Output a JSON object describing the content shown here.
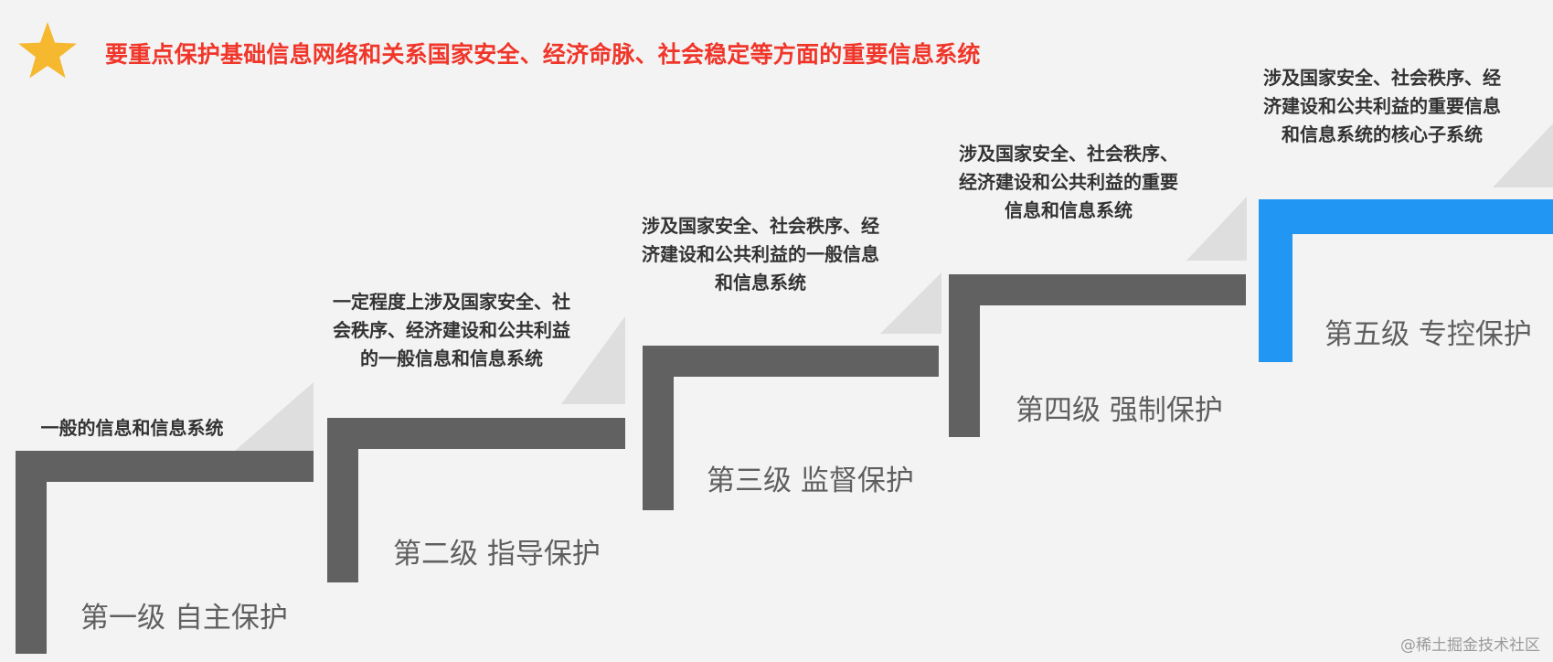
{
  "headline": "要重点保护基础信息网络和关系国家安全、经济命脉、社会稳定等方面的重要信息系统",
  "levels": [
    {
      "label": "第一级  自主保护",
      "desc": "一般的信息和信息系统"
    },
    {
      "label": "第二级  指导保护",
      "desc": "一定程度上涉及国家安全、社会秩序、经济建设和公共利益的一般信息和信息系统"
    },
    {
      "label": "第三级  监督保护",
      "desc": "涉及国家安全、社会秩序、经济建设和公共利益的一般信息和信息系统"
    },
    {
      "label": "第四级  强制保护",
      "desc": "涉及国家安全、社会秩序、经济建设和公共利益的重要信息和信息系统"
    },
    {
      "label": "第五级  专控保护",
      "desc": "涉及国家安全、社会秩序、经济建设和公共利益的重要信息和信息系统的核心子系统"
    }
  ],
  "watermark": "@稀土掘金技术社区",
  "colors": {
    "headline": "#f0362a",
    "star": "#f5b82e",
    "step": "#616161",
    "top_step": "#2196f3",
    "label": "#5f5f5f",
    "triangle": "#dedede"
  },
  "icons": {
    "title_marker": "star-icon"
  }
}
